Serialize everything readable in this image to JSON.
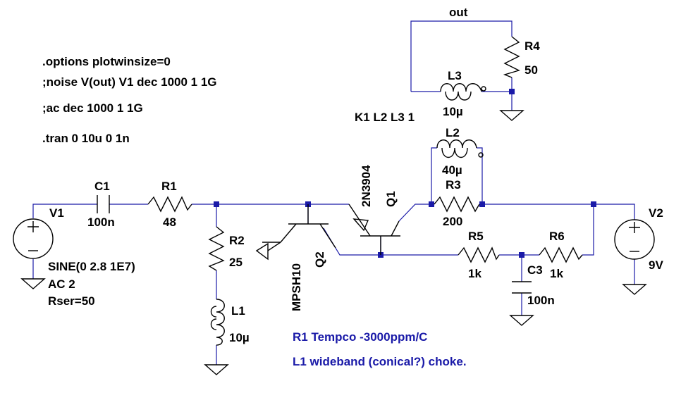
{
  "directives": {
    "options": ".options plotwinsize=0",
    "noise": ";noise V(out) V1 dec 1000 1 1G",
    "ac": ";ac dec 1000 1 1G",
    "tran": ".tran 0 10u 0 1n",
    "coupling": "K1 L2 L3 1"
  },
  "components": {
    "V1": {
      "ref": "V1",
      "line1": "SINE(0 2.8 1E7)",
      "line2": "AC 2",
      "line3": "Rser=50"
    },
    "V2": {
      "ref": "V2",
      "value": "9V"
    },
    "C1": {
      "ref": "C1",
      "value": "100n"
    },
    "R1": {
      "ref": "R1",
      "value": "48"
    },
    "R2": {
      "ref": "R2",
      "value": "25"
    },
    "L1": {
      "ref": "L1",
      "value": "10µ"
    },
    "Q2": {
      "ref": "Q2",
      "model": "MPSH10"
    },
    "Q1": {
      "ref": "Q1",
      "model": "2N3904"
    },
    "L2": {
      "ref": "L2",
      "value": "40µ"
    },
    "R3": {
      "ref": "R3",
      "value": "200"
    },
    "R5": {
      "ref": "R5",
      "value": "1k"
    },
    "R6": {
      "ref": "R6",
      "value": "1k"
    },
    "C3": {
      "ref": "C3",
      "value": "100n"
    },
    "L3": {
      "ref": "L3",
      "value": "10µ"
    },
    "R4": {
      "ref": "R4",
      "value": "50"
    }
  },
  "net_labels": {
    "out": "out"
  },
  "notes": {
    "tempco": "R1 Tempco -3000ppm/C",
    "choke": "L1 wideband (conical?) choke."
  },
  "colors": {
    "wire": "#1a1aa8",
    "component": "#000000",
    "note_text": "#1a1aa8",
    "background": "#ffffff"
  }
}
